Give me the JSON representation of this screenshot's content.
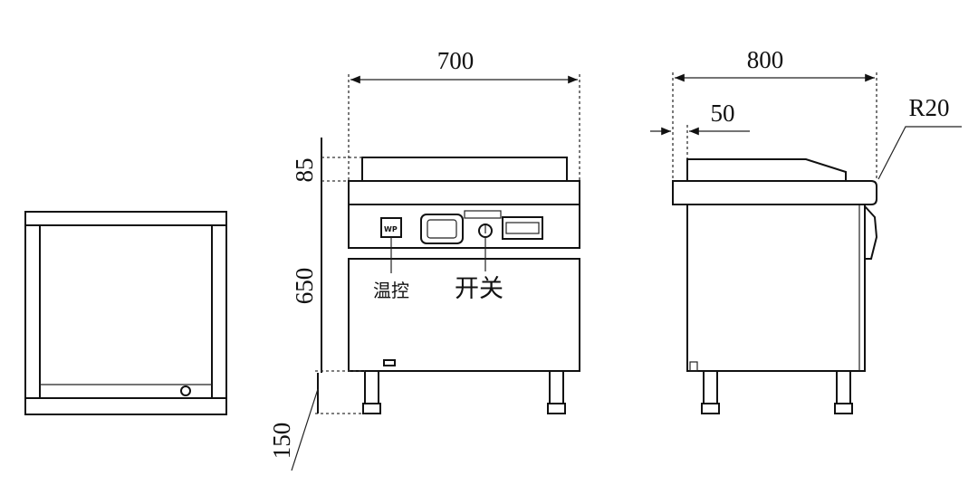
{
  "dimensions": {
    "width_front": "700",
    "depth_side": "800",
    "offset_side": "50",
    "radius": "R20",
    "top_height": "85",
    "body_height": "650",
    "leg_height": "150"
  },
  "labels": {
    "temp_control": "温控",
    "switch": "开关"
  }
}
